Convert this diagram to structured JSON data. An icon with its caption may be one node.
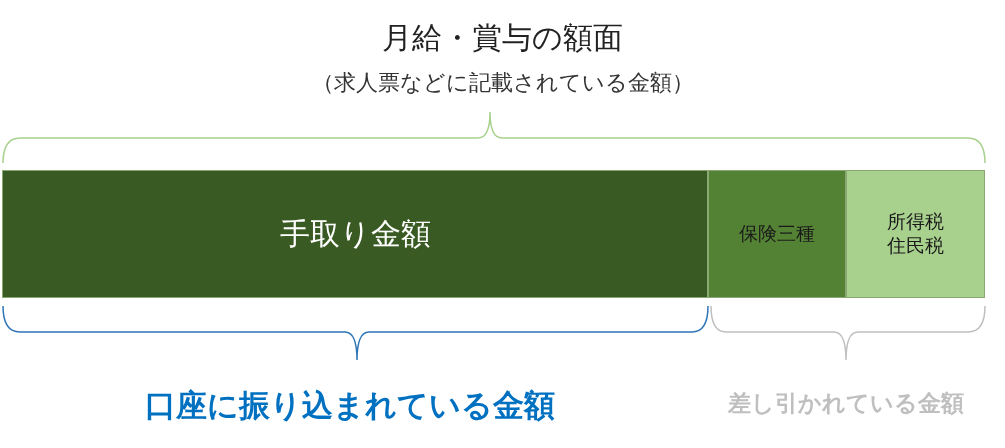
{
  "diagram": {
    "title": "月給・賞与の額面",
    "nodes": [
      {
        "text": [
          "手取り金額"
        ]
      },
      {
        "text": [
          "保険三種"
        ]
      },
      {
        "text": [
          "所得税",
          "住民税"
        ]
      }
    ],
    "edges": [],
    "labels": [
      "（求人票などに記載されている金額）",
      "口座に振り込まれている金額",
      "差し引かれている金額"
    ]
  }
}
